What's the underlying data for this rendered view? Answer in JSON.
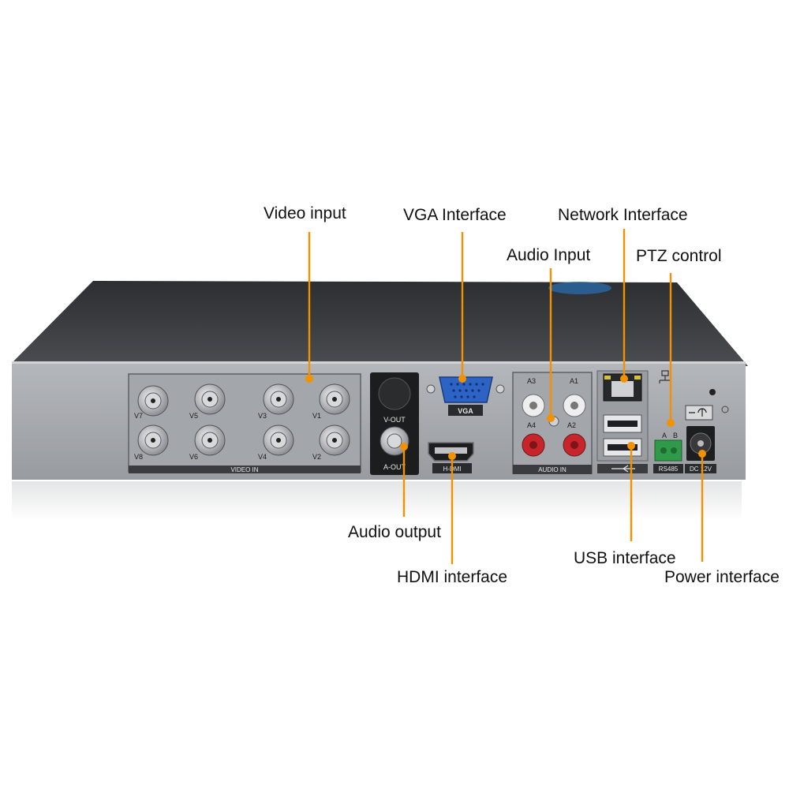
{
  "callouts": {
    "video_input": "Video input",
    "vga_interface": "VGA Interface",
    "network_interface": "Network Interface",
    "audio_input": "Audio Input",
    "ptz_control": "PTZ control",
    "audio_output": "Audio output",
    "hdmi_interface": "HDMI interface",
    "usb_interface": "USB interface",
    "power_interface": "Power interface"
  },
  "panel": {
    "video_in": "VIDEO IN",
    "vga": "VGA",
    "hdmi": "H-DMI",
    "audio_in": "AUDIO IN",
    "v_out": "V-OUT",
    "a_out": "A-OUT",
    "rs485": "RS485",
    "dc12v": "DC 12V",
    "ptz_a": "A",
    "ptz_b": "B",
    "bnc": [
      "V7",
      "V5",
      "V3",
      "V1",
      "V8",
      "V6",
      "V4",
      "V2"
    ],
    "audio_ports": [
      "A3",
      "A1",
      "A4",
      "A2"
    ]
  },
  "colors": {
    "leader": "#f39200",
    "body_top": "#3b3d40",
    "panel": "#a6a9ad",
    "text": "#111111"
  }
}
